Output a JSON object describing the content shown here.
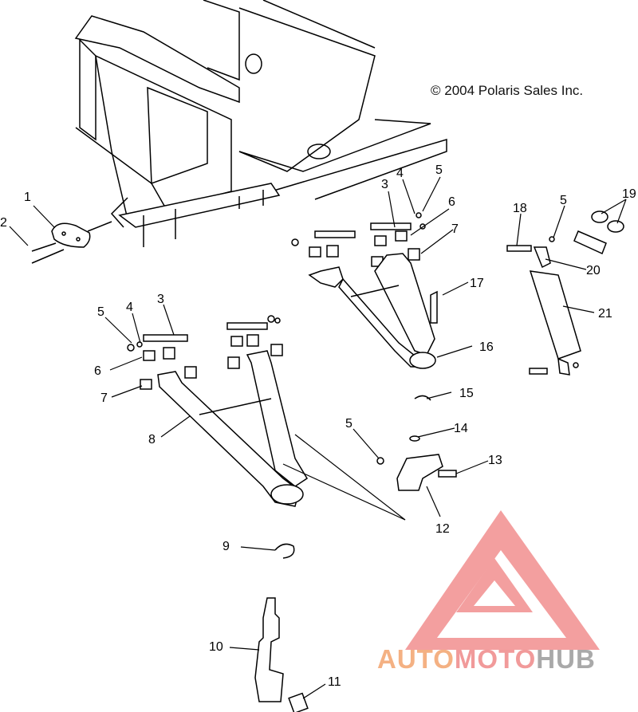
{
  "copyright": "© 2004 Polaris Sales Inc.",
  "callouts": [
    "1",
    "2",
    "3",
    "4",
    "5",
    "6",
    "7",
    "8",
    "9",
    "10",
    "11",
    "12",
    "13",
    "14",
    "15",
    "16",
    "17",
    "18",
    "19",
    "20",
    "21",
    "3",
    "4",
    "5",
    "6",
    "7",
    "5",
    "5"
  ],
  "watermark": {
    "part1": "AUTO",
    "part2": "MOTO",
    "part3": "HUB",
    "colors": {
      "auto": "#f4b183",
      "moto": "#f19a9a",
      "hub": "#a9a9a9",
      "logo": "#f08080"
    }
  }
}
